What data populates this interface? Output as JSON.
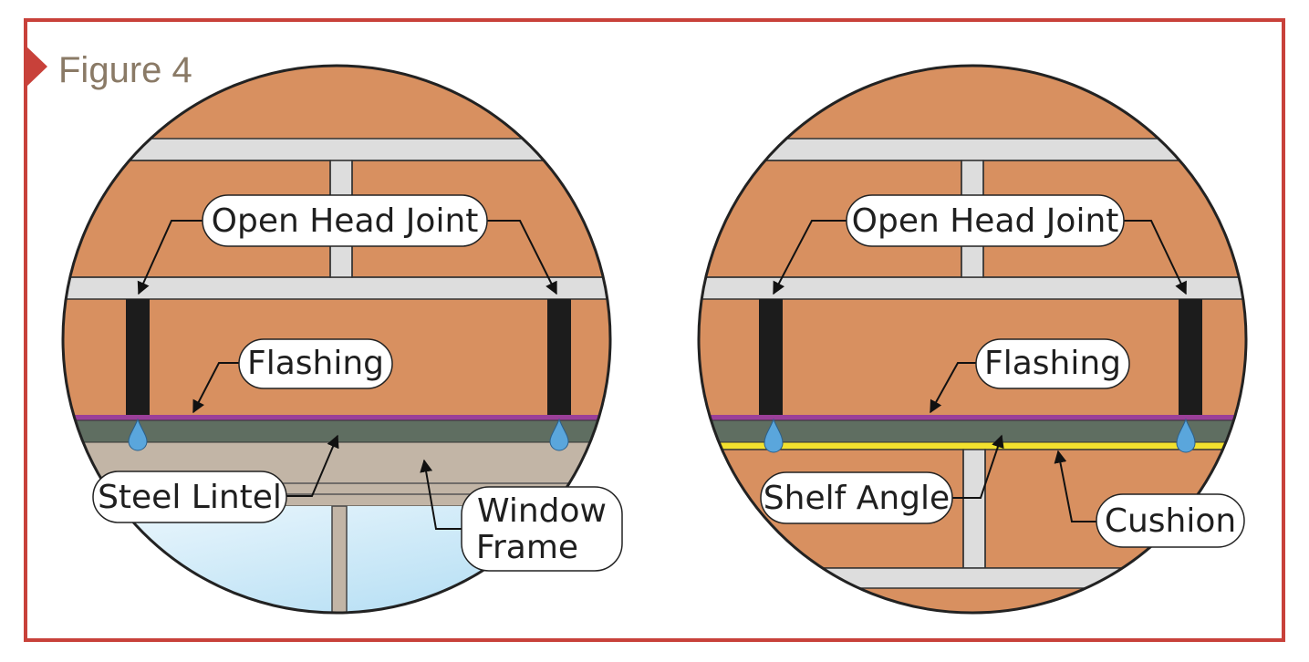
{
  "figure": {
    "title": "Figure 4",
    "colors": {
      "frame": "#c8413a",
      "brick": "#d89060",
      "mortar": "#dddddd",
      "steel": "#5f6e61",
      "flashing": "#9a3f99",
      "cushion": "#f2e12e",
      "window_frame": "#c2b5a6",
      "glass": "#bfe4f6",
      "water": "#5aa6dc",
      "head_joint": "#1c1c1c"
    }
  },
  "left_detail": {
    "open_head_joint_label": "Open Head Joint",
    "flashing_label": "Flashing",
    "steel_lintel_label": "Steel Lintel",
    "window_frame_label_line1": "Window",
    "window_frame_label_line2": "Frame"
  },
  "right_detail": {
    "open_head_joint_label": "Open Head Joint",
    "flashing_label": "Flashing",
    "shelf_angle_label": "Shelf Angle",
    "cushion_label": "Cushion"
  }
}
